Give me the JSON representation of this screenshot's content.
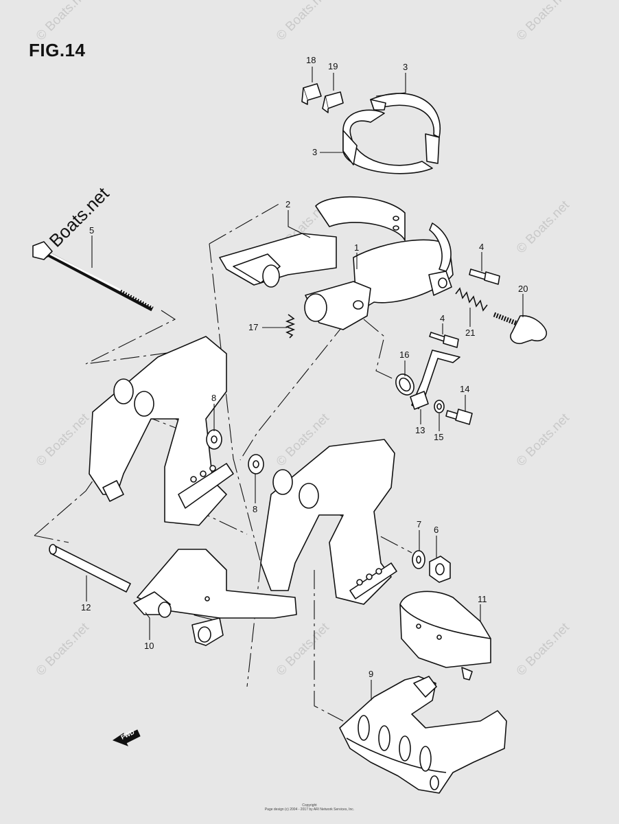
{
  "figure": {
    "title": "FIG.14"
  },
  "watermark": {
    "text": "© Boats.net"
  },
  "fwd_arrow": {
    "label": "FWD"
  },
  "callouts": [
    "1",
    "2",
    "3",
    "3",
    "4",
    "4",
    "5",
    "6",
    "7",
    "8",
    "8",
    "9",
    "10",
    "11",
    "12",
    "13",
    "14",
    "15",
    "16",
    "17",
    "18",
    "19",
    "20",
    "21"
  ],
  "footer": {
    "line1": "Copyright",
    "line2": "Page design (c) 2004 - 2017 by ARI Network Services, Inc."
  },
  "colors": {
    "background": "#e7e7e7",
    "line": "#111111",
    "watermark": "#c9c9c9"
  }
}
